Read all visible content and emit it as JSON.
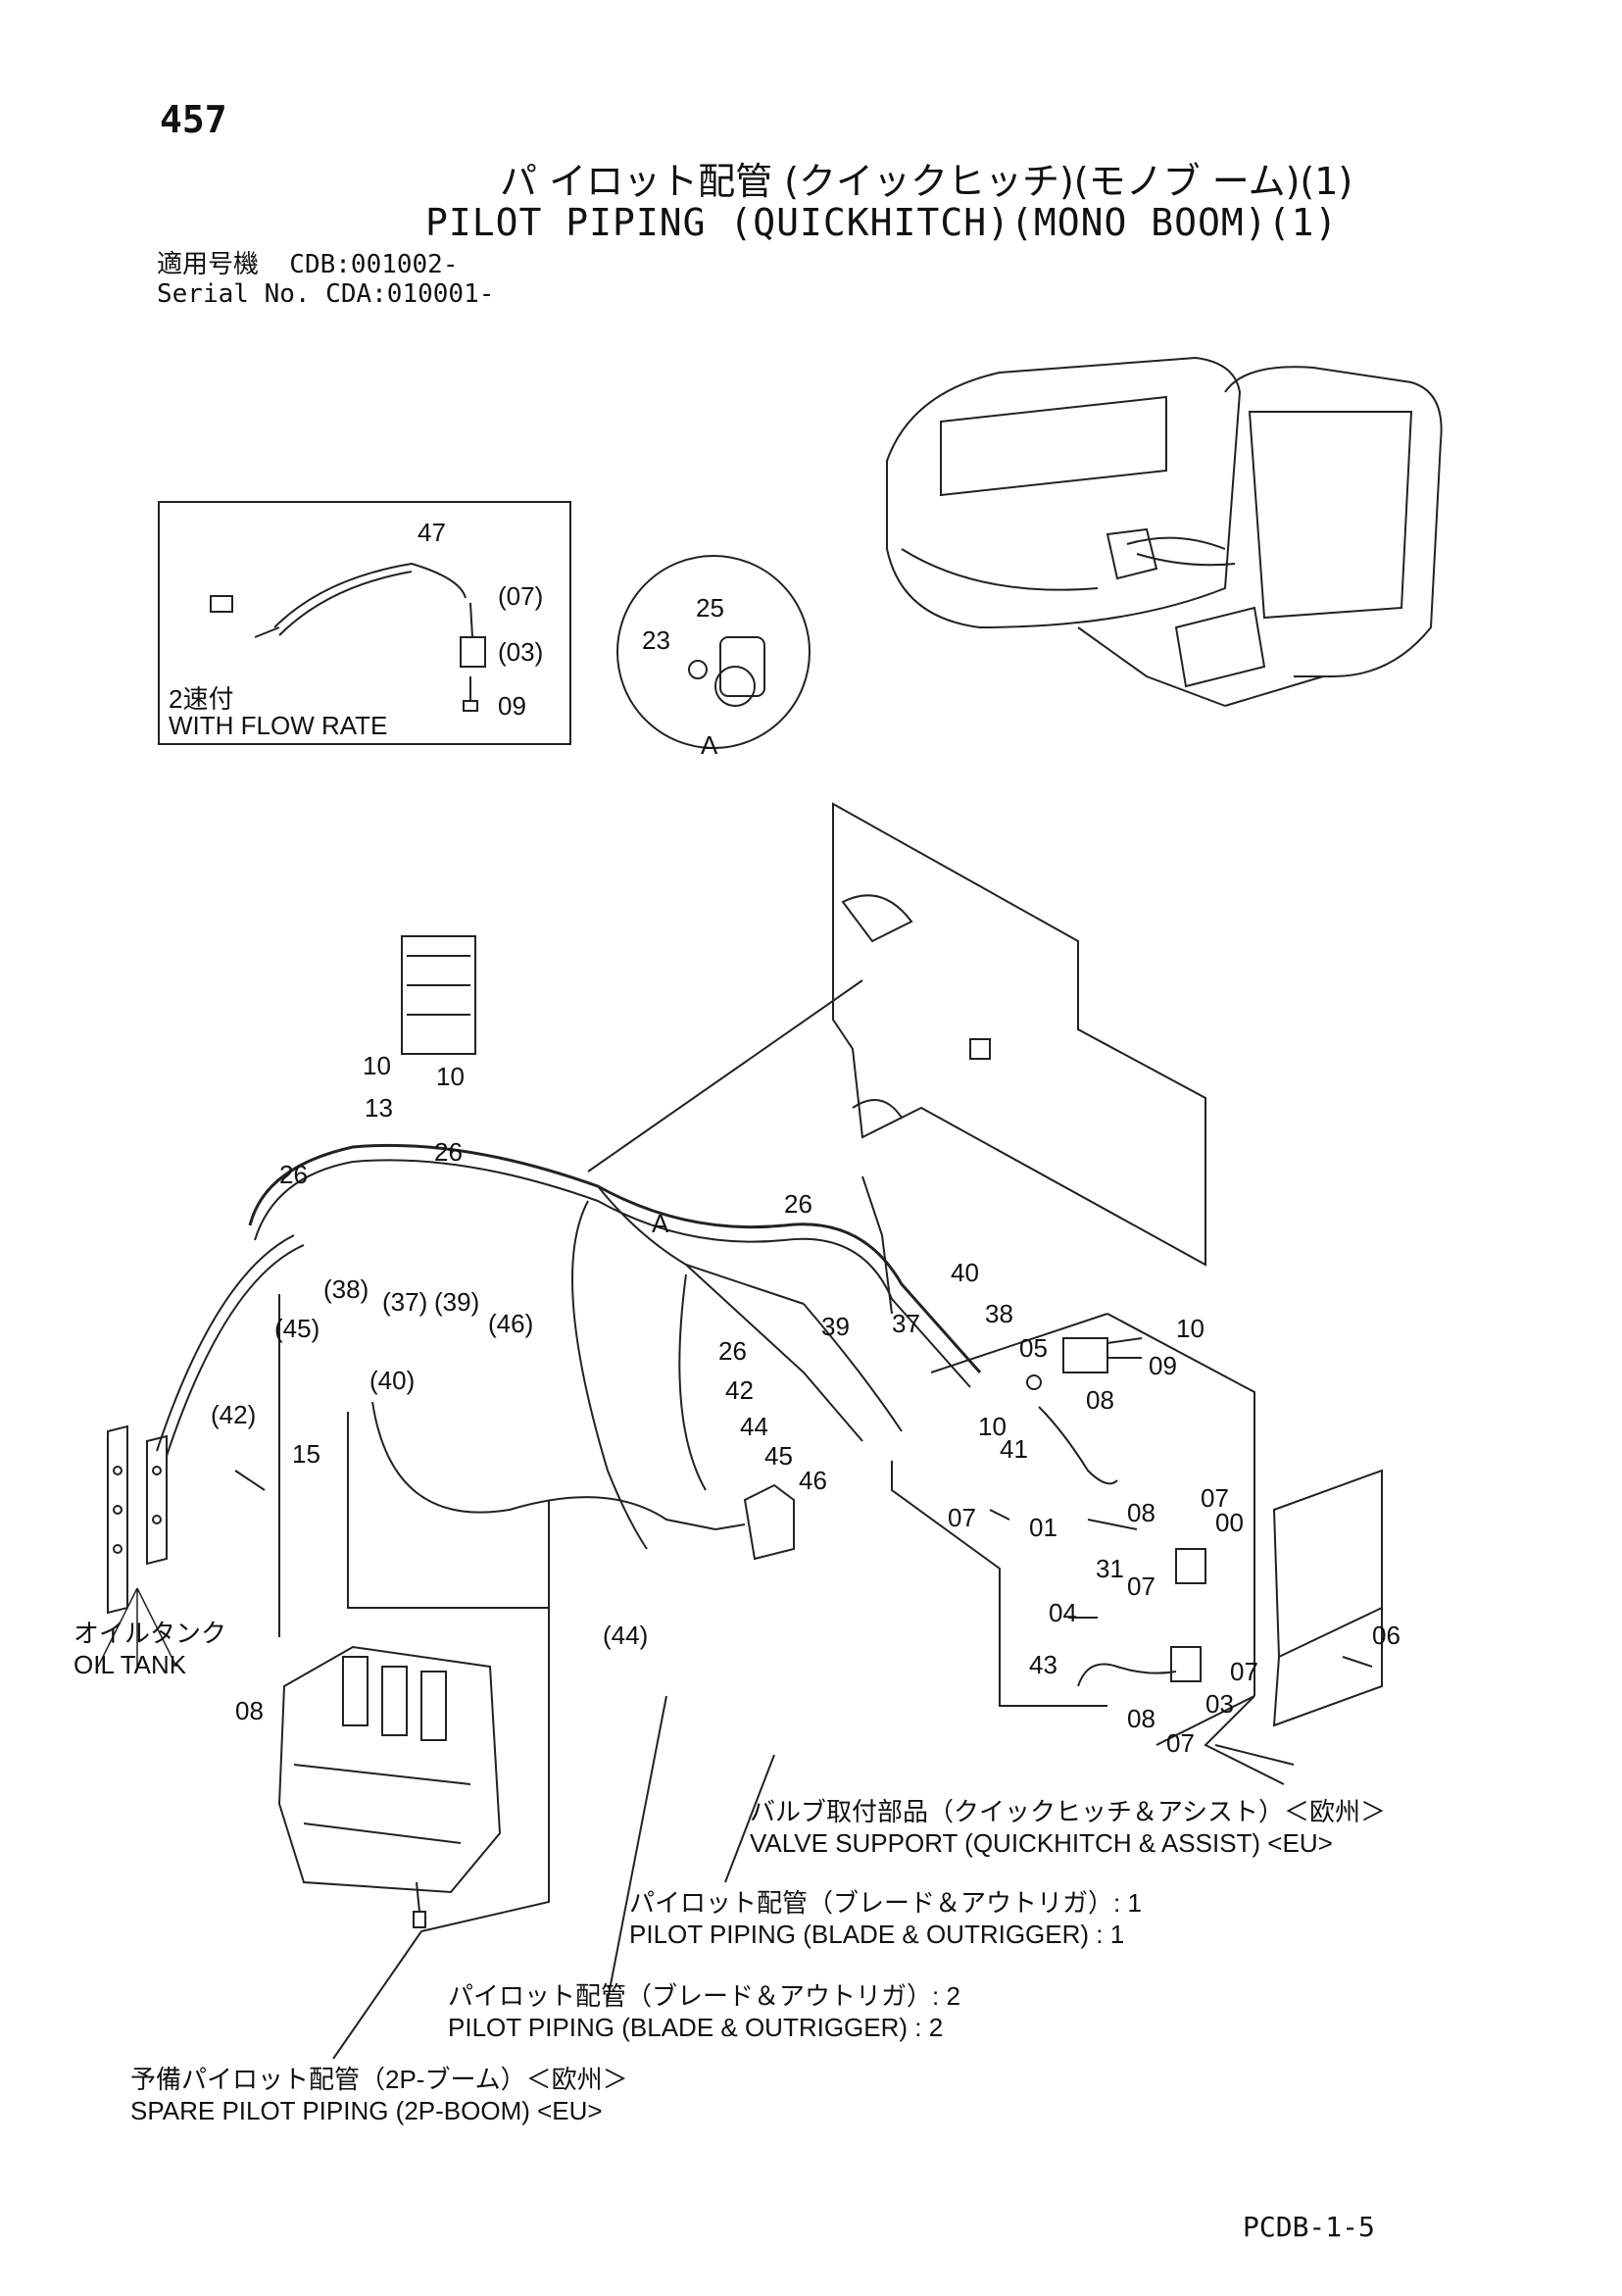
{
  "header": {
    "page_number": "457",
    "title_jp": "パ イロット配管 (クイックヒッチ)(モノブ ーム)(1)",
    "title_en": "PILOT PIPING (QUICKHITCH)(MONO BOOM)(1)",
    "serial_lines": [
      "適用号機  CDB:001002-",
      "Serial No. CDA:010001-"
    ]
  },
  "inset": {
    "caption_jp": "2速付",
    "caption_en": "WITH FLOW RATE",
    "labels": [
      "47",
      "(07)",
      "(03)",
      "09"
    ]
  },
  "detail_a": {
    "labels": [
      "25",
      "23",
      "A"
    ]
  },
  "callouts": [
    "10",
    "10",
    "13",
    "26",
    "26",
    "(38)",
    "(37)",
    "(39)",
    "(46)",
    "(45)",
    "A",
    "(40)",
    "(42)",
    "15",
    "26",
    "40",
    "39",
    "37",
    "38",
    "10",
    "05",
    "09",
    "26",
    "42",
    "10",
    "08",
    "44",
    "41",
    "45",
    "46",
    "07",
    "07",
    "00",
    "01",
    "08",
    "31",
    "07",
    "04",
    "06",
    "43",
    "07",
    "08",
    "03",
    "07",
    "08",
    "(44)"
  ],
  "oil_tank": {
    "label_jp": "オイルタンク",
    "label_en": "OIL TANK"
  },
  "captions": [
    {
      "jp": "バルブ取付部品（クイックヒッチ＆アシスト）＜欧州＞",
      "en": "VALVE SUPPORT (QUICKHITCH & ASSIST) <EU>"
    },
    {
      "jp": "パイロット配管（ブレード＆アウトリガ）: 1",
      "en": "PILOT PIPING (BLADE & OUTRIGGER) : 1"
    },
    {
      "jp": "パイロット配管（ブレード＆アウトリガ）: 2",
      "en": "PILOT PIPING (BLADE & OUTRIGGER) : 2"
    },
    {
      "jp": "予備パイロット配管（2P-ブーム）＜欧州＞",
      "en": "SPARE PILOT PIPING (2P-BOOM) <EU>"
    }
  ],
  "footer": {
    "code": "PCDB-1-5"
  }
}
